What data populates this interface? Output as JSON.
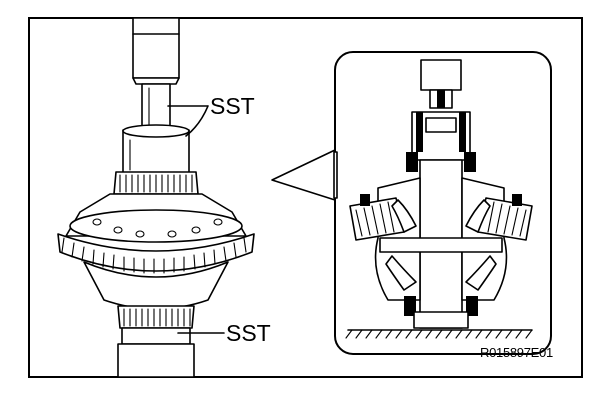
{
  "figure": {
    "callout_top": "SST",
    "callout_bottom": "SST",
    "reference_code": "R015897E01"
  },
  "icons": {
    "main": "differential-with-bearing-press-icon",
    "detail": "differential-cross-section-detail-icon"
  }
}
